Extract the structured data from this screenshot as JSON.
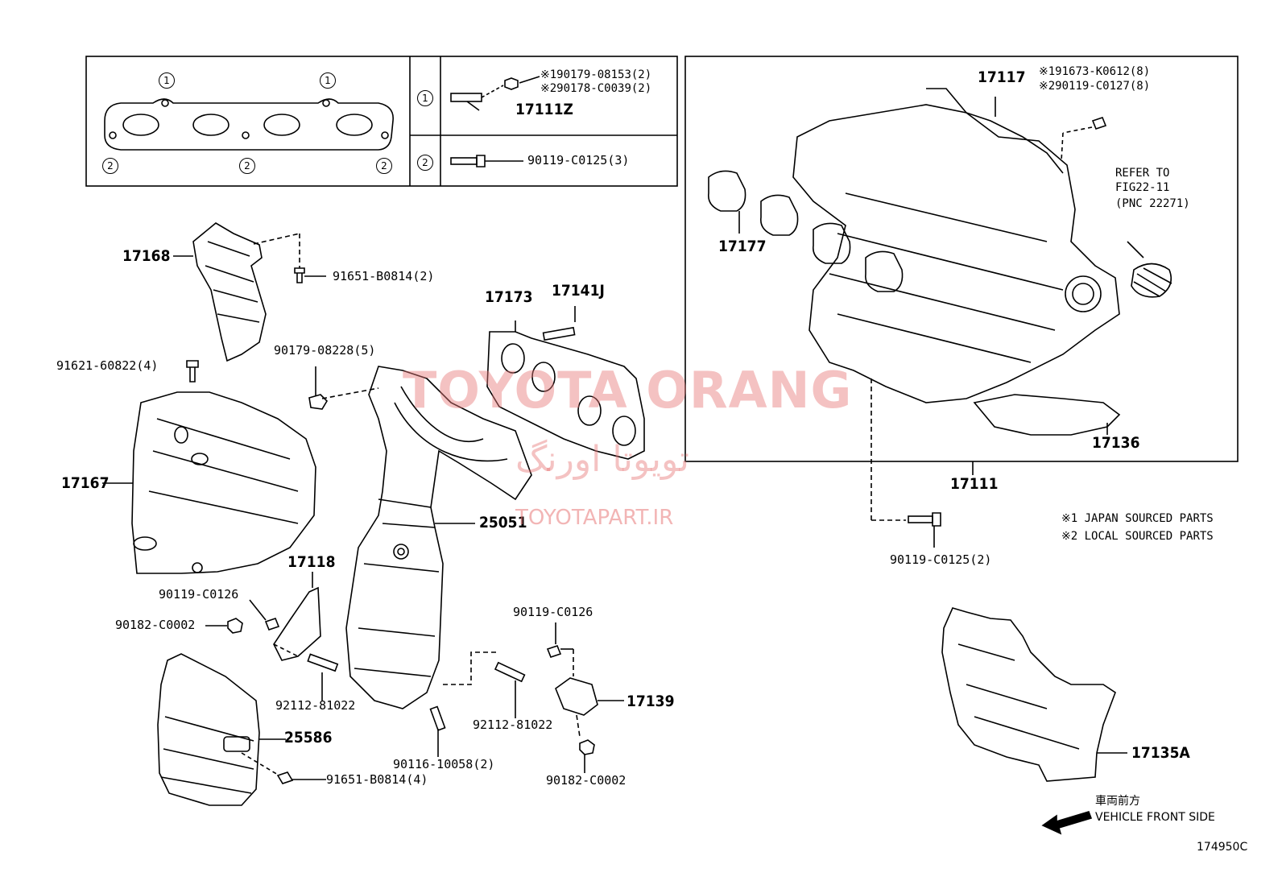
{
  "inset": {
    "callouts": {
      "one": "1",
      "two": "2"
    },
    "row1": {
      "num": "1",
      "part1": "※190179-08153(2)",
      "part2": "※290178-C0039(2)",
      "stud": "17111Z"
    },
    "row2": {
      "num": "2",
      "bolt": "90119-C0125(3)"
    }
  },
  "labels": {
    "p17168": "17168",
    "p91651a": "91651-B0814(2)",
    "p91621": "91621-60822(4)",
    "p90179": "90179-08228(5)",
    "p17173": "17173",
    "p17141j": "17141J",
    "p17167": "17167",
    "p25051": "25051",
    "p17118": "17118",
    "p90119a": "90119-C0126",
    "p90182a": "90182-C0002",
    "p92112a": "92112-81022",
    "p90119b": "90119-C0126",
    "p92112b": "92112-81022",
    "p17139": "17139",
    "p90116": "90116-10058(2)",
    "p90182b": "90182-C0002",
    "p25586": "25586",
    "p91651b": "91651-B0814(4)",
    "p17117": "17117",
    "p191673": "※191673-K0612(8)",
    "p290119": "※290119-C0127(8)",
    "refer1": "REFER TO",
    "refer2": "FIG22-11",
    "refer3": "(PNC 22271)",
    "p17177": "17177",
    "p17136": "17136",
    "p17111": "17111",
    "p90119c": "90119-C0125(2)",
    "p17135a": "17135A"
  },
  "notes": {
    "n1": "※1 JAPAN SOURCED PARTS",
    "n2": "※2 LOCAL SOURCED PARTS"
  },
  "direction": {
    "jp": "車両前方",
    "en": "VEHICLE FRONT SIDE"
  },
  "figure_code": "174950C",
  "watermark": {
    "line1": "TOYOTA ORANG",
    "line2": "تویوتا اورنگ",
    "line3": "TOYOTAPART.IR"
  }
}
